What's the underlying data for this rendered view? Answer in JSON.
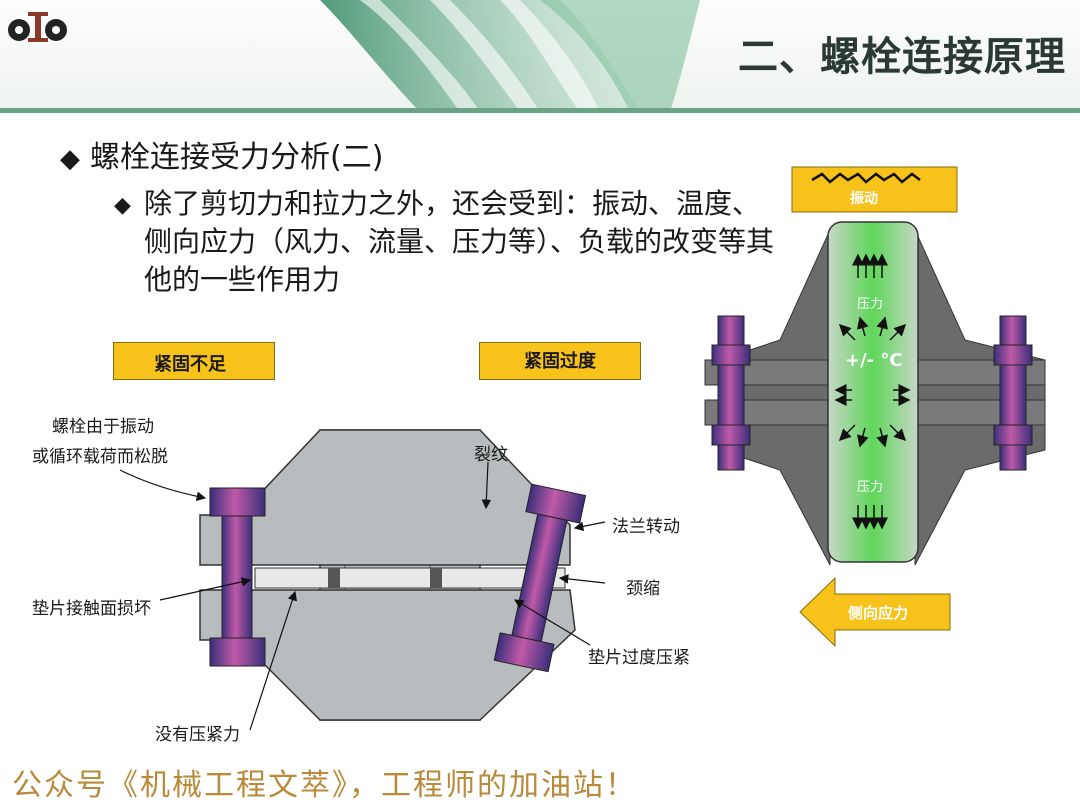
{
  "header": {
    "title": "二、螺栓连接原理"
  },
  "bullets": {
    "level1": "螺栓连接受力分析(二)",
    "level1_marker": "◆",
    "level2": "除了剪切力和拉力之外，还会受到：振动、温度、侧向应力（风力、流量、压力等）、负载的改变等其他的一些作用力",
    "level2_marker": "◆"
  },
  "left_diagram": {
    "box_under": "紧固不足",
    "box_over": "紧固过度",
    "label_loosen_1": "螺栓由于振动",
    "label_loosen_2": "或循环载荷而松脱",
    "label_crack": "裂纹",
    "label_rotate": "法兰转动",
    "label_neck": "颈缩",
    "label_gasket_damage": "垫片接触面损坏",
    "label_gasket_over": "垫片过度压紧",
    "label_no_press": "没有压紧力"
  },
  "right_diagram": {
    "vibration": "振动",
    "pressure_top": "压力",
    "temperature": "+/- °C",
    "pressure_bottom": "压力",
    "lateral": "侧向应力"
  },
  "footer": {
    "text": "公众号《机械工程文萃》，工程师的加油站！"
  },
  "colors": {
    "accent_green": "#6aa386",
    "label_yellow": "#f7c21a",
    "bolt_purple": "#5a4a9a",
    "footer_gold": "#b88a3a"
  }
}
